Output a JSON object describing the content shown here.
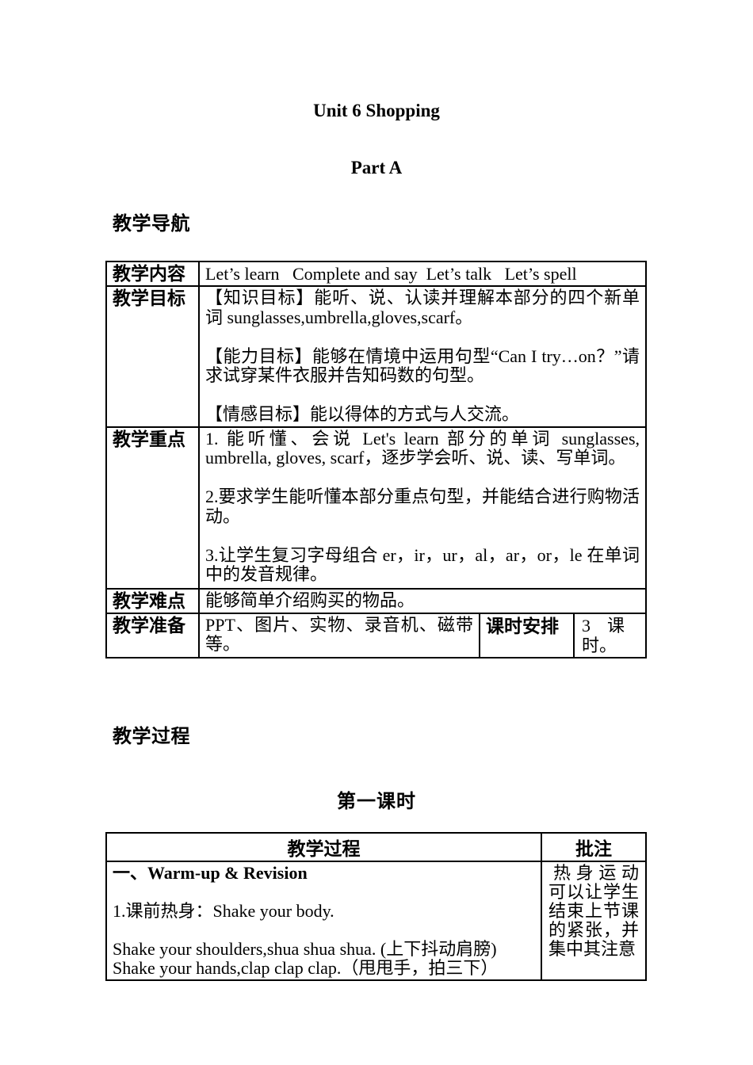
{
  "page": {
    "title": "Unit 6 Shopping",
    "part": "Part A",
    "nav_heading": "教学导航",
    "process_heading": "教学过程",
    "lesson_title": "第一课时"
  },
  "nav_table": {
    "rows": [
      {
        "label": "教学内容",
        "content": "Let’s learn   Complete and say  Let’s talk   Let’s spell"
      },
      {
        "label": "教学目标",
        "paragraphs": [
          "【知识目标】能听、说、认读并理解本部分的四个新单词 sunglasses,umbrella,gloves,scarf。",
          "【能力目标】能够在情境中运用句型“Can I try…on？”请求试穿某件衣服并告知码数的句型。",
          "【情感目标】能以得体的方式与人交流。"
        ]
      },
      {
        "label": "教学重点",
        "paragraphs": [
          "1. 能听懂、会说 Let's learn 部分的单词 sunglasses, umbrella, gloves, scarf，逐步学会听、说、读、写单词。",
          "2.要求学生能听懂本部分重点句型，并能结合进行购物活动。",
          "3.让学生复习字母组合 er，ir，ur，al，ar，or，le 在单词中的发音规律。"
        ]
      },
      {
        "label": "教学难点",
        "content": "能够简单介绍购买的物品。"
      },
      {
        "label": "教学准备",
        "content": "PPT、图片、实物、录音机、磁带等。",
        "schedule_label": "课时安排",
        "schedule_value": "3 课时。"
      }
    ]
  },
  "process_table": {
    "headers": [
      "教学过程",
      "批注"
    ],
    "body": {
      "lines": [
        "一、Warm-up & Revision",
        "1.课前热身：Shake your body.",
        "Shake your shoulders,shua shua shua. (上下抖动肩膀)",
        "Shake your hands,clap clap clap.（甩甩手，拍三下）"
      ],
      "note": "热身运动可以让学生结束上节课的紧张，并集中其注意"
    }
  }
}
